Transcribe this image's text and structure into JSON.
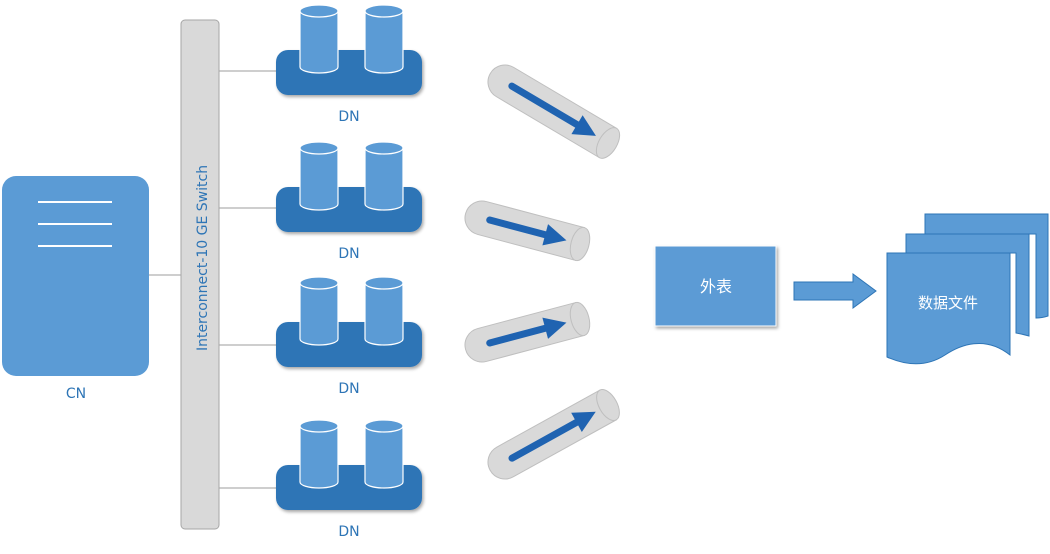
{
  "diagram": {
    "colors": {
      "node_fill": "#5b9bd5",
      "node_dark": "#2e75b6",
      "switch_fill": "#d9d9d9",
      "pipe_fill": "#d9d9d9",
      "arrow": "#1f63b1",
      "label": "#2e75b6"
    },
    "cn": {
      "label": "CN"
    },
    "switch": {
      "label": "Interconnect-10 GE Switch"
    },
    "data_nodes": [
      {
        "label": "DN"
      },
      {
        "label": "DN"
      },
      {
        "label": "DN"
      },
      {
        "label": "DN"
      }
    ],
    "external_table": {
      "label": "外表"
    },
    "data_files": {
      "label": "数据文件"
    }
  }
}
